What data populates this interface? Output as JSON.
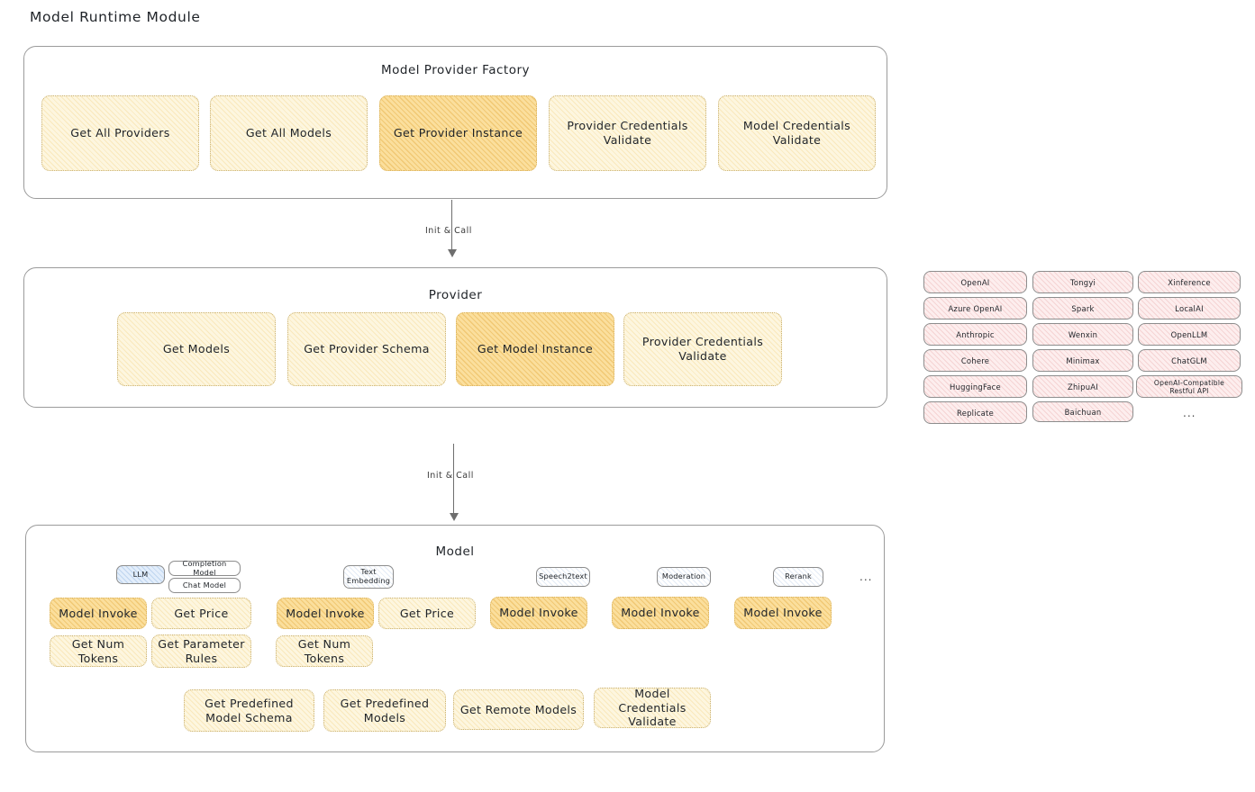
{
  "page": {
    "title": "Model Runtime Module"
  },
  "factory": {
    "title": "Model Provider Factory",
    "boxes": [
      {
        "label": "Get All Providers",
        "highlight": false
      },
      {
        "label": "Get All Models",
        "highlight": false
      },
      {
        "label": "Get Provider Instance",
        "highlight": true
      },
      {
        "label": "Provider Credentials Validate",
        "highlight": false
      },
      {
        "label": "Model Credentials Validate",
        "highlight": false
      }
    ]
  },
  "arrow1": {
    "label": "Init & Call"
  },
  "provider": {
    "title": "Provider",
    "boxes": [
      {
        "label": "Get Models",
        "highlight": false
      },
      {
        "label": "Get Provider Schema",
        "highlight": false
      },
      {
        "label": "Get Model Instance",
        "highlight": true
      },
      {
        "label": "Provider Credentials Validate",
        "highlight": false
      }
    ]
  },
  "arrow2": {
    "label": "Init & Call"
  },
  "provider_list": {
    "columns": [
      [
        "OpenAI",
        "Azure OpenAI",
        "Anthropic",
        "Cohere",
        "HuggingFace",
        "Replicate"
      ],
      [
        "Tongyi",
        "Spark",
        "Wenxin",
        "Minimax",
        "ZhipuAI",
        "Baichuan"
      ],
      [
        "Xinference",
        "LocalAI",
        "OpenLLM",
        "ChatGLM",
        "OpenAI-Compatible Restful API"
      ]
    ],
    "more": "..."
  },
  "model": {
    "title": "Model",
    "ellipsis": "...",
    "types": [
      {
        "name": "LLM",
        "style": "blue",
        "subtypes": [
          "Completion Model",
          "Chat Model"
        ]
      },
      {
        "name": "Text Embedding",
        "style": "plain",
        "subtypes": []
      },
      {
        "name": "Speech2text",
        "style": "plain",
        "subtypes": []
      },
      {
        "name": "Moderation",
        "style": "plain",
        "subtypes": []
      },
      {
        "name": "Rerank",
        "style": "plain",
        "subtypes": []
      }
    ],
    "groups": [
      {
        "boxes": [
          {
            "label": "Model Invoke",
            "highlight": true
          },
          {
            "label": "Get Price",
            "highlight": false
          },
          {
            "label": "Get Num Tokens",
            "highlight": false
          },
          {
            "label": "Get Parameter Rules",
            "highlight": false
          }
        ]
      },
      {
        "boxes": [
          {
            "label": "Model Invoke",
            "highlight": true
          },
          {
            "label": "Get Price",
            "highlight": false
          },
          {
            "label": "Get Num Tokens",
            "highlight": false
          }
        ]
      },
      {
        "boxes": [
          {
            "label": "Model Invoke",
            "highlight": true
          }
        ]
      },
      {
        "boxes": [
          {
            "label": "Model Invoke",
            "highlight": true
          }
        ]
      },
      {
        "boxes": [
          {
            "label": "Model Invoke",
            "highlight": true
          }
        ]
      }
    ],
    "shared": [
      {
        "label": "Get Predefined Model Schema",
        "highlight": false
      },
      {
        "label": "Get Predefined Models",
        "highlight": false
      },
      {
        "label": "Get Remote Models",
        "highlight": false
      },
      {
        "label": "Model Credentials Validate",
        "highlight": false
      }
    ]
  },
  "colors": {
    "box_fill": "#fdf6df",
    "box_highlight": "#fbdf9d",
    "chip_fill": "#fdeeee",
    "badge_blue": "#e3eefb",
    "border": "#9b9b9b",
    "text": "#1f2328"
  }
}
